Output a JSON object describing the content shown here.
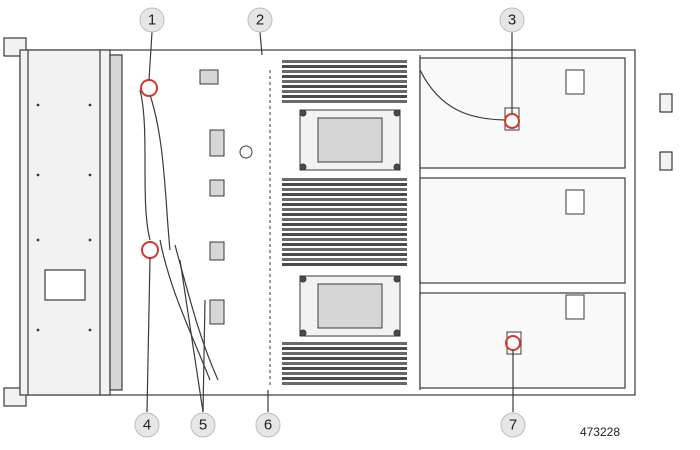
{
  "callouts": [
    {
      "id": "1",
      "label": "1"
    },
    {
      "id": "2",
      "label": "2"
    },
    {
      "id": "3",
      "label": "3"
    },
    {
      "id": "4",
      "label": "4"
    },
    {
      "id": "5",
      "label": "5"
    },
    {
      "id": "6",
      "label": "6"
    },
    {
      "id": "7",
      "label": "7"
    }
  ],
  "figure_id": "473228",
  "colors": {
    "line": "#3a3a3a",
    "highlight": "#d9342b",
    "fill_light": "#f2f2f2",
    "fill_mid": "#d6d6d6",
    "fill_dark": "#4a4a4a",
    "bubble": "#e6e6e6"
  }
}
